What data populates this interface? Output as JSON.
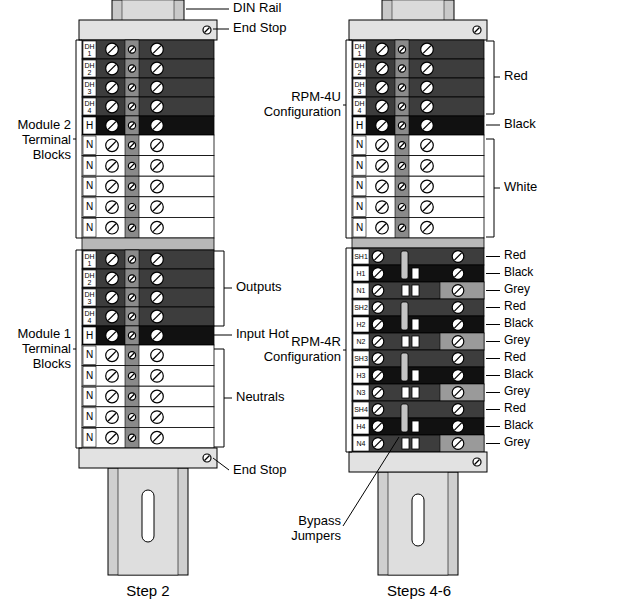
{
  "diagram": {
    "labels": [
      "DIN Rail",
      "End Stop",
      "Module 2 Terminal Blocks",
      "DH 1",
      "DH 2",
      "DH 3",
      "DH 4",
      "H",
      "N",
      "N",
      "N",
      "N",
      "N",
      "Module 1 Terminal Blocks",
      "DH 1",
      "DH 2",
      "DH 3",
      "DH 4",
      "H",
      "N",
      "N",
      "N",
      "N",
      "N",
      "Outputs",
      "Input Hot",
      "Neutrals",
      "End Stop",
      "Step 2",
      "DH 1",
      "DH 2",
      "DH 3",
      "DH 4",
      "H",
      "N",
      "N",
      "N",
      "N",
      "N",
      "Red",
      "Black",
      "RPM-4U Configuration",
      "White",
      "SH1",
      "Red",
      "H1",
      "Black",
      "N1",
      "Grey",
      "SH2",
      "Red",
      "H2",
      "Black",
      "N2",
      "Grey",
      "SH3",
      "Red",
      "H3",
      "Black",
      "N3",
      "Grey",
      "SH4",
      "Red",
      "H4",
      "Black",
      "N4",
      "Grey",
      "RPM-4R Configuration",
      "Bypass Jumpers",
      "Steps 4-6"
    ]
  }
}
